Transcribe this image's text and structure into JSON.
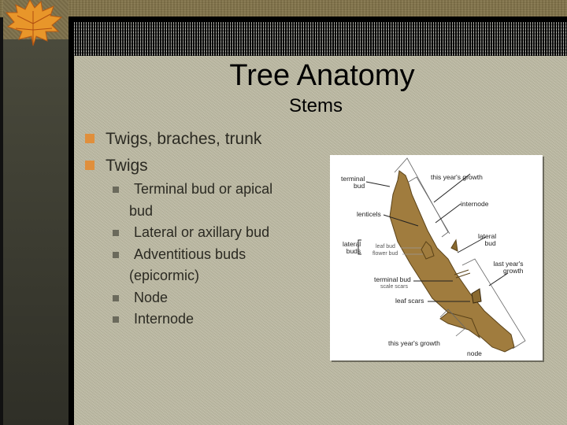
{
  "slide": {
    "title": "Tree Anatomy",
    "subtitle": "Stems",
    "bullets": [
      {
        "text": "Twigs, braches, trunk"
      },
      {
        "text": "Twigs"
      }
    ],
    "sub_bullets": [
      {
        "line1": " Terminal bud or apical",
        "line2": "bud"
      },
      {
        "line1": " Lateral or axillary bud",
        "line2": ""
      },
      {
        "line1": " Adventitious buds",
        "line2": "(epicormic)"
      },
      {
        "line1": " Node",
        "line2": ""
      },
      {
        "line1": " Internode",
        "line2": ""
      }
    ]
  },
  "diagram": {
    "labels": {
      "terminal_bud": "terminal\nbud",
      "terminal_bud_l1": "terminal",
      "terminal_bud_l2": "bud",
      "this_years_growth_top": "this year's growth",
      "internode": "internode",
      "lenticels": "lenticels",
      "lateral_buds_l1": "lateral",
      "lateral_buds_l2": "buds",
      "leaf_bud": "leaf bud",
      "flower_bud": "flower bud",
      "lateral_bud_l1": "lateral",
      "lateral_bud_l2": "bud",
      "last_years_growth_l1": "last year's",
      "last_years_growth_l2": "growth",
      "terminal_bud_scale_scars_l1": "terminal bud",
      "terminal_bud_scale_scars_l2": "scale scars",
      "leaf_scars": "leaf scars",
      "this_years_growth_bottom": "this year's growth",
      "node": "node"
    }
  },
  "colors": {
    "bullet_primary": "#e08f3c",
    "bullet_secondary": "#6b6a5c",
    "slide_bg": "#bcb9a2",
    "text": "#2b2a22",
    "stem": "#a07c3e"
  }
}
